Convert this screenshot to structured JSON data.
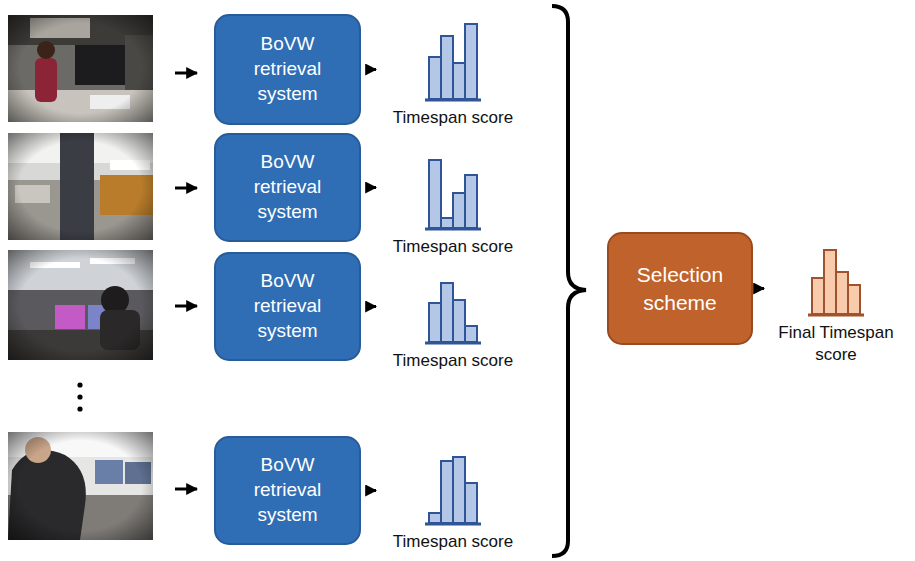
{
  "diagram": {
    "nodes": [
      {
        "text": [
          "BoVW retrieval system"
        ]
      },
      {
        "text": [
          "Timespan score"
        ]
      },
      {
        "text": [
          "BoVW retrieval system"
        ]
      },
      {
        "text": [
          "Timespan score"
        ]
      },
      {
        "text": [
          "BoVW retrieval system"
        ]
      },
      {
        "text": [
          "Timespan score"
        ]
      },
      {
        "text": [
          "BoVW retrieval system"
        ]
      },
      {
        "text": [
          "Timespan score"
        ]
      },
      {
        "text": [
          "Selection scheme"
        ]
      },
      {
        "text": [
          "Final Timespan score"
        ]
      }
    ],
    "edges": [
      {
        "from": 0,
        "to": 1,
        "arrow": "to"
      },
      {
        "from": 2,
        "to": 3,
        "arrow": "to"
      },
      {
        "from": 4,
        "to": 5,
        "arrow": "to"
      },
      {
        "from": 6,
        "to": 7,
        "arrow": "to"
      },
      {
        "from": 8,
        "to": 9,
        "arrow": "to"
      }
    ]
  }
}
